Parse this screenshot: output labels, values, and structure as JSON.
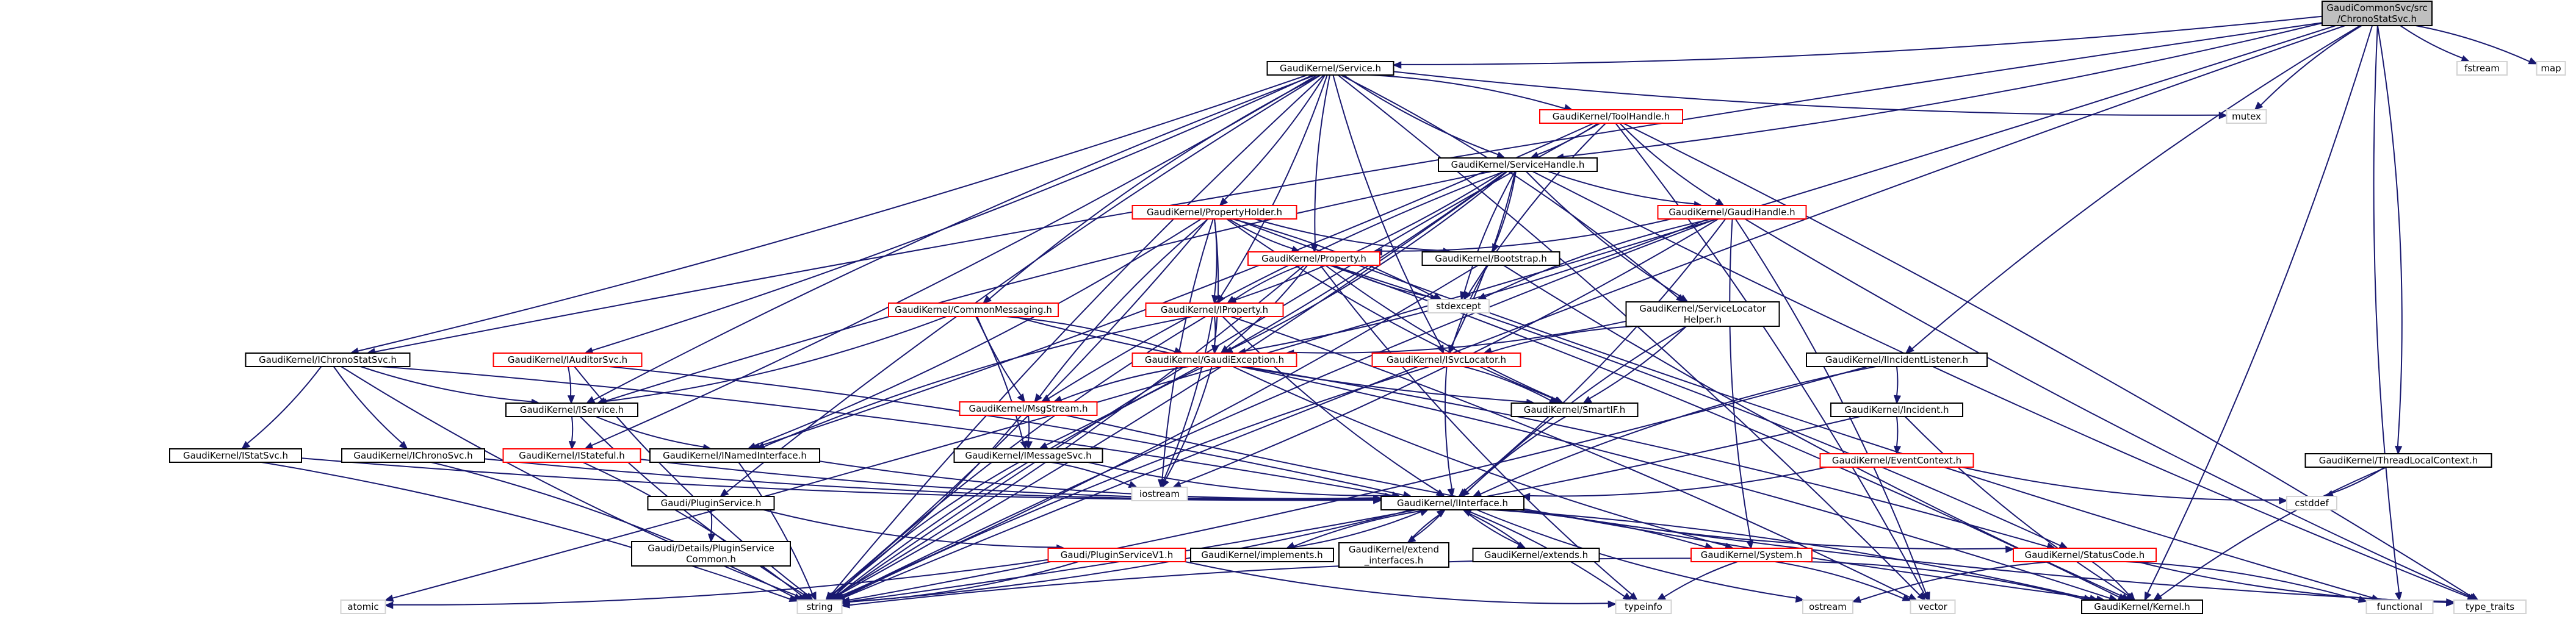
{
  "graph": {
    "colors": {
      "edge": "#191970",
      "node_border": "#000000",
      "node_border_incomplete": "#ff0000",
      "node_fill": "#ffffff",
      "root_fill": "#bfbfbf",
      "text": "#000000"
    },
    "nodes": [
      {
        "id": "root",
        "lines": [
          "GaudiCommonSvc/src",
          "/ChronoStatSvc.h"
        ],
        "border": "black",
        "root": true
      },
      {
        "id": "service",
        "lines": [
          "GaudiKernel/Service.h"
        ],
        "border": "black"
      },
      {
        "id": "fstream",
        "lines": [
          "fstream"
        ],
        "border": "gray"
      },
      {
        "id": "map",
        "lines": [
          "map"
        ],
        "border": "gray"
      },
      {
        "id": "mutex",
        "lines": [
          "mutex"
        ],
        "border": "gray"
      },
      {
        "id": "toolhandle",
        "lines": [
          "GaudiKernel/ToolHandle.h"
        ],
        "border": "red"
      },
      {
        "id": "servicehandle",
        "lines": [
          "GaudiKernel/ServiceHandle.h"
        ],
        "border": "black"
      },
      {
        "id": "propertyholder",
        "lines": [
          "GaudiKernel/PropertyHolder.h"
        ],
        "border": "red"
      },
      {
        "id": "gaudihandle",
        "lines": [
          "GaudiKernel/GaudiHandle.h"
        ],
        "border": "red"
      },
      {
        "id": "property",
        "lines": [
          "GaudiKernel/Property.h"
        ],
        "border": "red"
      },
      {
        "id": "bootstrap",
        "lines": [
          "GaudiKernel/Bootstrap.h"
        ],
        "border": "black"
      },
      {
        "id": "stdexcept",
        "lines": [
          "stdexcept"
        ],
        "border": "gray"
      },
      {
        "id": "commonmessaging",
        "lines": [
          "GaudiKernel/CommonMessaging.h"
        ],
        "border": "red"
      },
      {
        "id": "iproperty",
        "lines": [
          "GaudiKernel/IProperty.h"
        ],
        "border": "red"
      },
      {
        "id": "servicelocatorhelper",
        "lines": [
          "GaudiKernel/ServiceLocator",
          "Helper.h"
        ],
        "border": "black"
      },
      {
        "id": "ichronostatsvc",
        "lines": [
          "GaudiKernel/IChronoStatSvc.h"
        ],
        "border": "black"
      },
      {
        "id": "iauditorsvc",
        "lines": [
          "GaudiKernel/IAuditorSvc.h"
        ],
        "border": "red"
      },
      {
        "id": "gaudiexception",
        "lines": [
          "GaudiKernel/GaudiException.h"
        ],
        "border": "red"
      },
      {
        "id": "isvclocator",
        "lines": [
          "GaudiKernel/ISvcLocator.h"
        ],
        "border": "red"
      },
      {
        "id": "iincidentlistener",
        "lines": [
          "GaudiKernel/IIncidentListener.h"
        ],
        "border": "black"
      },
      {
        "id": "iservice",
        "lines": [
          "GaudiKernel/IService.h"
        ],
        "border": "black"
      },
      {
        "id": "msgstream",
        "lines": [
          "GaudiKernel/MsgStream.h"
        ],
        "border": "red"
      },
      {
        "id": "ismartif",
        "lines": [
          "GaudiKernel/SmartIF.h"
        ],
        "border": "black"
      },
      {
        "id": "iincident",
        "lines": [
          "GaudiKernel/Incident.h"
        ],
        "border": "black"
      },
      {
        "id": "istatsvc",
        "lines": [
          "GaudiKernel/IStatSvc.h"
        ],
        "border": "black"
      },
      {
        "id": "ichronosvc",
        "lines": [
          "GaudiKernel/IChronoSvc.h"
        ],
        "border": "black"
      },
      {
        "id": "istateful",
        "lines": [
          "GaudiKernel/IStateful.h"
        ],
        "border": "red"
      },
      {
        "id": "inamedinterface",
        "lines": [
          "GaudiKernel/INamedInterface.h"
        ],
        "border": "black"
      },
      {
        "id": "imessagesvc",
        "lines": [
          "GaudiKernel/IMessageSvc.h"
        ],
        "border": "black"
      },
      {
        "id": "eventcontext",
        "lines": [
          "GaudiKernel/EventContext.h"
        ],
        "border": "red"
      },
      {
        "id": "threadlocalcontext",
        "lines": [
          "GaudiKernel/ThreadLocalContext.h"
        ],
        "border": "black"
      },
      {
        "id": "cstddef",
        "lines": [
          "cstddef"
        ],
        "border": "gray"
      },
      {
        "id": "iostream",
        "lines": [
          "iostream"
        ],
        "border": "gray"
      },
      {
        "id": "pluginservice",
        "lines": [
          "Gaudi/PluginService.h"
        ],
        "border": "black"
      },
      {
        "id": "iinterface",
        "lines": [
          "GaudiKernel/IInterface.h"
        ],
        "border": "black"
      },
      {
        "id": "pluginservicecommon",
        "lines": [
          "Gaudi/Details/PluginService",
          "Common.h"
        ],
        "border": "black"
      },
      {
        "id": "pluginservicev1",
        "lines": [
          "Gaudi/PluginServiceV1.h"
        ],
        "border": "red"
      },
      {
        "id": "implements",
        "lines": [
          "GaudiKernel/implements.h"
        ],
        "border": "black"
      },
      {
        "id": "extendinterfaces",
        "lines": [
          "GaudiKernel/extend",
          "_interfaces.h"
        ],
        "border": "black"
      },
      {
        "id": "extends",
        "lines": [
          "GaudiKernel/extends.h"
        ],
        "border": "black"
      },
      {
        "id": "system",
        "lines": [
          "GaudiKernel/System.h"
        ],
        "border": "red"
      },
      {
        "id": "statuscode",
        "lines": [
          "GaudiKernel/StatusCode.h"
        ],
        "border": "red"
      },
      {
        "id": "atomic",
        "lines": [
          "atomic"
        ],
        "border": "gray"
      },
      {
        "id": "string",
        "lines": [
          "string"
        ],
        "border": "gray"
      },
      {
        "id": "typeinfo",
        "lines": [
          "typeinfo"
        ],
        "border": "gray"
      },
      {
        "id": "ostream",
        "lines": [
          "ostream"
        ],
        "border": "gray"
      },
      {
        "id": "vector",
        "lines": [
          "vector"
        ],
        "border": "gray"
      },
      {
        "id": "kernel",
        "lines": [
          "GaudiKernel/Kernel.h"
        ],
        "border": "black"
      },
      {
        "id": "functional",
        "lines": [
          "functional"
        ],
        "border": "gray"
      },
      {
        "id": "typetraits",
        "lines": [
          "type_traits"
        ],
        "border": "gray"
      }
    ],
    "edges": [
      [
        "root",
        "service"
      ],
      [
        "root",
        "fstream"
      ],
      [
        "root",
        "map"
      ],
      [
        "root",
        "mutex"
      ],
      [
        "root",
        "servicehandle"
      ],
      [
        "root",
        "iincidentlistener"
      ],
      [
        "root",
        "threadlocalcontext"
      ],
      [
        "root",
        "ichronostatsvc"
      ],
      [
        "root",
        "atomic"
      ],
      [
        "root",
        "string"
      ],
      [
        "root",
        "kernel"
      ],
      [
        "root",
        "functional"
      ],
      [
        "service",
        "toolhandle"
      ],
      [
        "service",
        "servicehandle"
      ],
      [
        "service",
        "propertyholder"
      ],
      [
        "service",
        "property"
      ],
      [
        "service",
        "iproperty"
      ],
      [
        "service",
        "commonmessaging"
      ],
      [
        "service",
        "iauditorsvc"
      ],
      [
        "service",
        "iservice"
      ],
      [
        "service",
        "istateful"
      ],
      [
        "service",
        "pluginservice"
      ],
      [
        "service",
        "ichronostatsvc"
      ],
      [
        "service",
        "mutex"
      ],
      [
        "service",
        "servicelocatorhelper"
      ],
      [
        "service",
        "isvclocator"
      ],
      [
        "service",
        "vector"
      ],
      [
        "service",
        "string"
      ],
      [
        "toolhandle",
        "servicehandle"
      ],
      [
        "toolhandle",
        "gaudihandle"
      ],
      [
        "toolhandle",
        "inamedinterface"
      ],
      [
        "toolhandle",
        "stdexcept"
      ],
      [
        "toolhandle",
        "typetraits"
      ],
      [
        "toolhandle",
        "string"
      ],
      [
        "toolhandle",
        "vector"
      ],
      [
        "servicehandle",
        "gaudihandle"
      ],
      [
        "servicehandle",
        "bootstrap"
      ],
      [
        "servicehandle",
        "iservice"
      ],
      [
        "servicehandle",
        "isvclocator"
      ],
      [
        "servicehandle",
        "servicelocatorhelper"
      ],
      [
        "servicehandle",
        "gaudiexception"
      ],
      [
        "servicehandle",
        "msgstream"
      ],
      [
        "servicehandle",
        "imessagesvc"
      ],
      [
        "servicehandle",
        "stdexcept"
      ],
      [
        "servicehandle",
        "string"
      ],
      [
        "servicehandle",
        "typetraits"
      ],
      [
        "servicehandle",
        "iproperty"
      ],
      [
        "propertyholder",
        "property"
      ],
      [
        "propertyholder",
        "iproperty"
      ],
      [
        "propertyholder",
        "bootstrap"
      ],
      [
        "propertyholder",
        "gaudiexception"
      ],
      [
        "propertyholder",
        "msgstream"
      ],
      [
        "propertyholder",
        "inamedinterface"
      ],
      [
        "propertyholder",
        "ismartif"
      ],
      [
        "propertyholder",
        "stdexcept"
      ],
      [
        "propertyholder",
        "iostream"
      ],
      [
        "propertyholder",
        "string"
      ],
      [
        "propertyholder",
        "functional"
      ],
      [
        "gaudihandle",
        "property"
      ],
      [
        "gaudihandle",
        "system"
      ],
      [
        "gaudihandle",
        "iinterface"
      ],
      [
        "gaudihandle",
        "stdexcept"
      ],
      [
        "gaudihandle",
        "iostream"
      ],
      [
        "gaudihandle",
        "string"
      ],
      [
        "gaudihandle",
        "vector"
      ],
      [
        "gaudihandle",
        "typetraits"
      ],
      [
        "gaudihandle",
        "gaudiexception"
      ],
      [
        "property",
        "iproperty"
      ],
      [
        "property",
        "gaudiexception"
      ],
      [
        "property",
        "ismartif"
      ],
      [
        "property",
        "statuscode"
      ],
      [
        "property",
        "stdexcept"
      ],
      [
        "property",
        "string"
      ],
      [
        "property",
        "typeinfo"
      ],
      [
        "property",
        "kernel"
      ],
      [
        "bootstrap",
        "isvclocator"
      ],
      [
        "bootstrap",
        "string"
      ],
      [
        "bootstrap",
        "kernel"
      ],
      [
        "commonmessaging",
        "imessagesvc"
      ],
      [
        "commonmessaging",
        "msgstream"
      ],
      [
        "commonmessaging",
        "gaudiexception"
      ],
      [
        "commonmessaging",
        "ismartif"
      ],
      [
        "commonmessaging",
        "iservice"
      ],
      [
        "iproperty",
        "iinterface"
      ],
      [
        "iproperty",
        "gaudiexception"
      ],
      [
        "iproperty",
        "inamedinterface"
      ],
      [
        "iproperty",
        "iostream"
      ],
      [
        "iproperty",
        "string"
      ],
      [
        "iproperty",
        "vector"
      ],
      [
        "servicelocatorhelper",
        "isvclocator"
      ],
      [
        "servicelocatorhelper",
        "ismartif"
      ],
      [
        "servicelocatorhelper",
        "iinterface"
      ],
      [
        "servicelocatorhelper",
        "gaudiexception"
      ],
      [
        "ichronostatsvc",
        "iservice"
      ],
      [
        "ichronostatsvc",
        "istatsvc"
      ],
      [
        "ichronostatsvc",
        "ichronosvc"
      ],
      [
        "ichronostatsvc",
        "iinterface"
      ],
      [
        "ichronostatsvc",
        "string"
      ],
      [
        "iauditorsvc",
        "iservice"
      ],
      [
        "iauditorsvc",
        "string"
      ],
      [
        "iauditorsvc",
        "iinterface"
      ],
      [
        "gaudiexception",
        "msgstream"
      ],
      [
        "gaudiexception",
        "statuscode"
      ],
      [
        "gaudiexception",
        "system"
      ],
      [
        "gaudiexception",
        "iostream"
      ],
      [
        "gaudiexception",
        "string"
      ],
      [
        "gaudiexception",
        "kernel"
      ],
      [
        "isvclocator",
        "iinterface"
      ],
      [
        "isvclocator",
        "ismartif"
      ],
      [
        "isvclocator",
        "string"
      ],
      [
        "iincidentlistener",
        "iincident"
      ],
      [
        "iincidentlistener",
        "iinterface"
      ],
      [
        "iincidentlistener",
        "string"
      ],
      [
        "iservice",
        "inamedinterface"
      ],
      [
        "iservice",
        "istateful"
      ],
      [
        "iservice",
        "string"
      ],
      [
        "msgstream",
        "imessagesvc"
      ],
      [
        "msgstream",
        "kernel"
      ],
      [
        "msgstream",
        "string"
      ],
      [
        "ismartif",
        "iinterface"
      ],
      [
        "iincident",
        "eventcontext"
      ],
      [
        "iincident",
        "kernel"
      ],
      [
        "iincident",
        "string"
      ],
      [
        "istatsvc",
        "iinterface"
      ],
      [
        "istatsvc",
        "string"
      ],
      [
        "ichronosvc",
        "iinterface"
      ],
      [
        "ichronosvc",
        "string"
      ],
      [
        "istateful",
        "iinterface"
      ],
      [
        "istateful",
        "string"
      ],
      [
        "inamedinterface",
        "iinterface"
      ],
      [
        "inamedinterface",
        "string"
      ],
      [
        "imessagesvc",
        "iinterface"
      ],
      [
        "imessagesvc",
        "iostream"
      ],
      [
        "imessagesvc",
        "string"
      ],
      [
        "eventcontext",
        "iinterface"
      ],
      [
        "eventcontext",
        "cstddef"
      ],
      [
        "threadlocalcontext",
        "cstddef"
      ],
      [
        "threadlocalcontext",
        "kernel"
      ],
      [
        "pluginservice",
        "pluginservicecommon"
      ],
      [
        "pluginservice",
        "pluginservicev1"
      ],
      [
        "pluginservicev1",
        "string"
      ],
      [
        "pluginservicev1",
        "typeinfo"
      ],
      [
        "pluginservicev1",
        "atomic"
      ],
      [
        "iinterface",
        "implements"
      ],
      [
        "iinterface",
        "extendinterfaces"
      ],
      [
        "iinterface",
        "extends"
      ],
      [
        "iinterface",
        "system"
      ],
      [
        "iinterface",
        "statuscode"
      ],
      [
        "iinterface",
        "typeinfo"
      ],
      [
        "iinterface",
        "ostream"
      ],
      [
        "iinterface",
        "kernel"
      ],
      [
        "iinterface",
        "typetraits"
      ],
      [
        "iinterface",
        "string"
      ],
      [
        "implements",
        "iinterface"
      ],
      [
        "extendinterfaces",
        "iinterface"
      ],
      [
        "extends",
        "iinterface"
      ],
      [
        "system",
        "kernel"
      ],
      [
        "system",
        "string"
      ],
      [
        "system",
        "vector"
      ],
      [
        "system",
        "typeinfo"
      ],
      [
        "statuscode",
        "kernel"
      ],
      [
        "statuscode",
        "ostream"
      ],
      [
        "statuscode",
        "functional"
      ],
      [
        "statuscode",
        "typetraits"
      ]
    ]
  }
}
